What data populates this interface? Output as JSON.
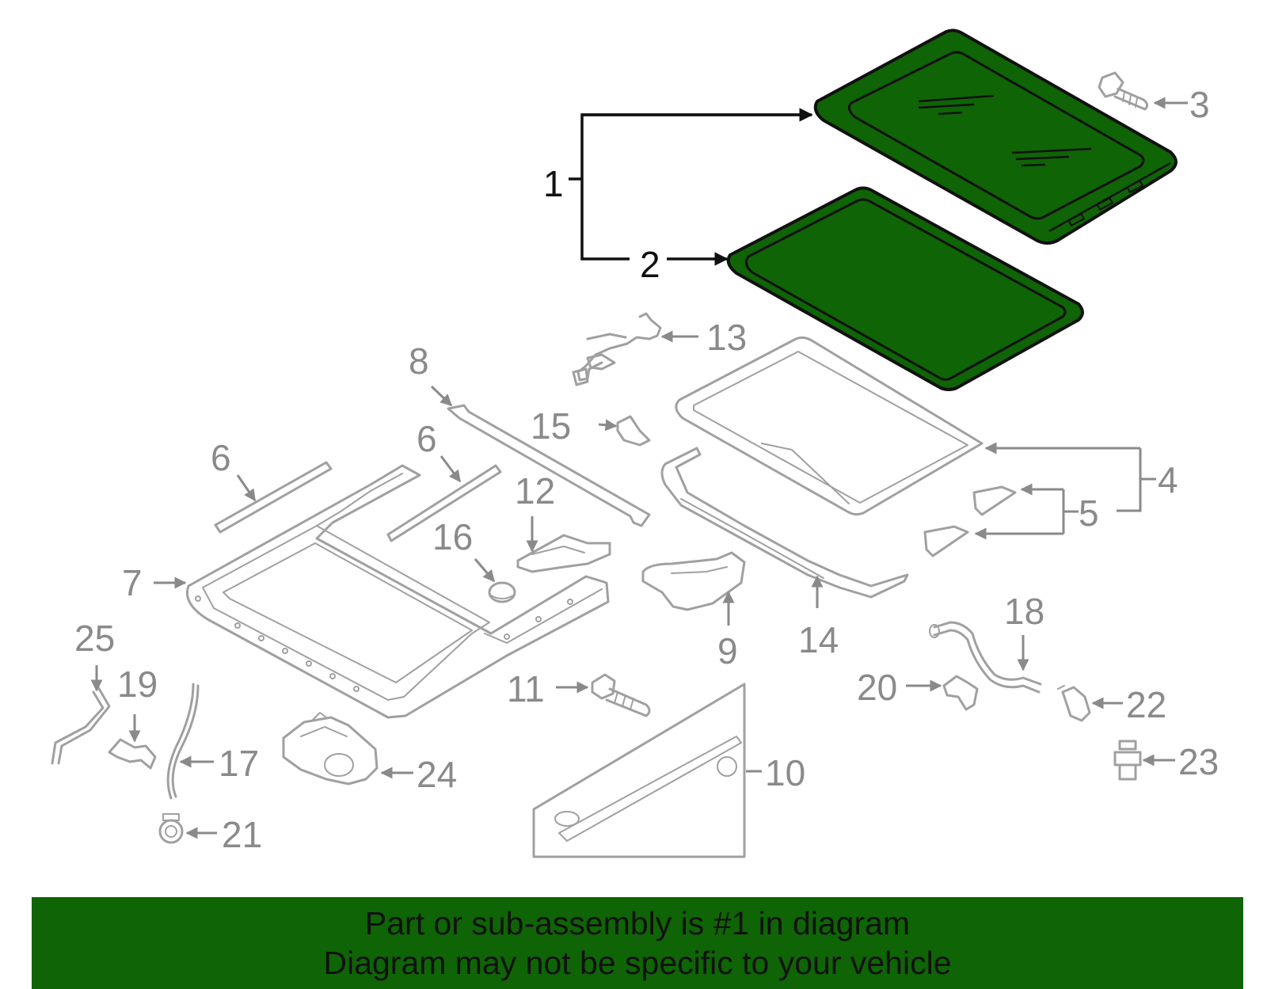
{
  "callouts": {
    "c1": "1",
    "c2": "2",
    "c3": "3",
    "c4": "4",
    "c5": "5",
    "c6a": "6",
    "c6b": "6",
    "c7": "7",
    "c8": "8",
    "c9": "9",
    "c10": "10",
    "c11": "11",
    "c12": "12",
    "c13": "13",
    "c14": "14",
    "c15": "15",
    "c16": "16",
    "c17": "17",
    "c18": "18",
    "c19": "19",
    "c20": "20",
    "c21": "21",
    "c22": "22",
    "c23": "23",
    "c24": "24",
    "c25": "25"
  },
  "banner": {
    "line1": "Part or sub-assembly is #1 in diagram",
    "line2": "Diagram may not be specific to your vehicle"
  },
  "colors": {
    "highlight": "#0f6405",
    "part_stroke": "#a0a0a0",
    "callout_text": "#8a8a8a"
  }
}
